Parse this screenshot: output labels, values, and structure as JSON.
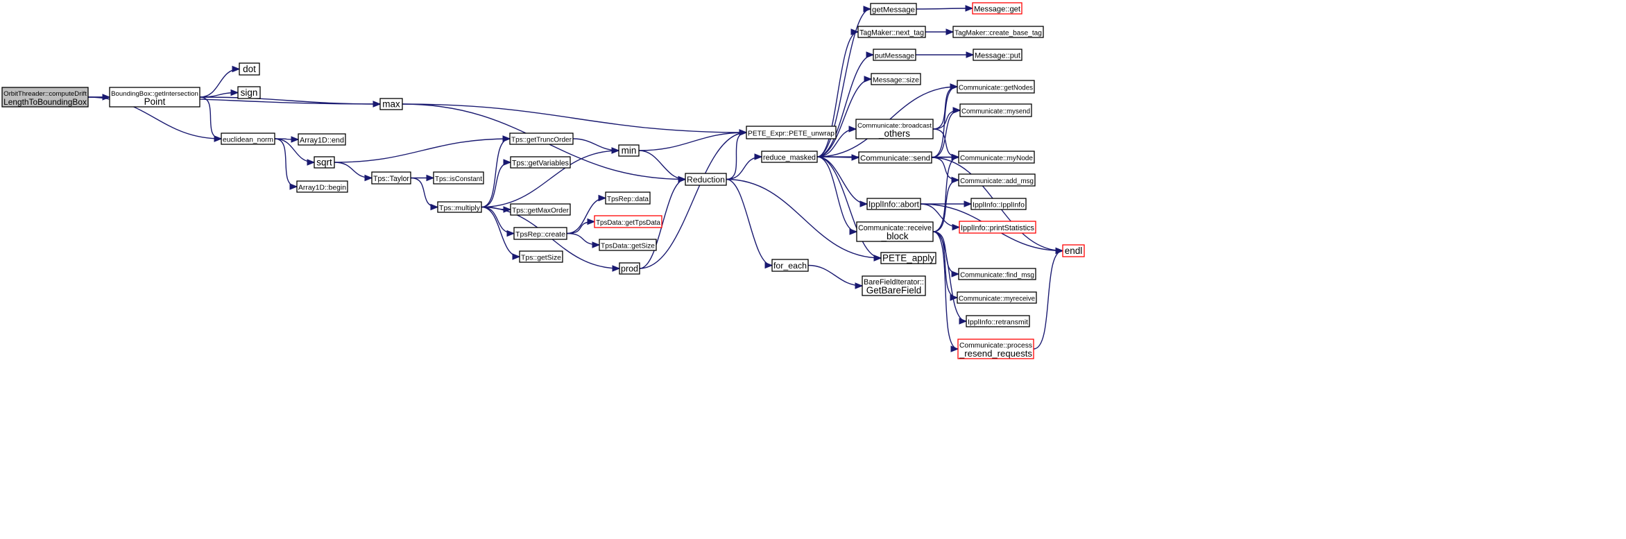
{
  "colors": {
    "edge": "#191970",
    "node_border_default": "#000000",
    "node_border_truncated": "#ff0000",
    "node_fill_default": "#ffffff",
    "node_fill_root": "#bfbfbf"
  },
  "nodes": [
    {
      "id": "root",
      "lines": [
        "OrbitThreader::computeDrift",
        "LengthToBoundingBox"
      ],
      "style": "root"
    },
    {
      "id": "bb_gip",
      "lines": [
        "BoundingBox::getIntersection",
        "Point"
      ]
    },
    {
      "id": "dot",
      "lines": [
        "dot"
      ]
    },
    {
      "id": "sign",
      "lines": [
        "sign"
      ]
    },
    {
      "id": "max",
      "lines": [
        "max"
      ]
    },
    {
      "id": "euclid",
      "lines": [
        "euclidean_norm"
      ]
    },
    {
      "id": "a1end",
      "lines": [
        "Array1D::end"
      ]
    },
    {
      "id": "sqrt",
      "lines": [
        "sqrt"
      ]
    },
    {
      "id": "a1begin",
      "lines": [
        "Array1D::begin"
      ]
    },
    {
      "id": "gettrunc",
      "lines": [
        "Tps::getTruncOrder"
      ]
    },
    {
      "id": "getvars",
      "lines": [
        "Tps::getVariables"
      ]
    },
    {
      "id": "taylor",
      "lines": [
        "Tps::Taylor"
      ]
    },
    {
      "id": "isconst",
      "lines": [
        "Tps::isConstant"
      ]
    },
    {
      "id": "multiply",
      "lines": [
        "Tps::multiply"
      ]
    },
    {
      "id": "getmaxord",
      "lines": [
        "Tps::getMaxOrder"
      ]
    },
    {
      "id": "tpsrepdata",
      "lines": [
        "TpsRep::data"
      ]
    },
    {
      "id": "tpsrepcreate",
      "lines": [
        "TpsRep::create"
      ]
    },
    {
      "id": "gettpsdata",
      "lines": [
        "TpsData::getTpsData"
      ],
      "style": "truncated"
    },
    {
      "id": "tpsdatagetsize",
      "lines": [
        "TpsData::getSize"
      ]
    },
    {
      "id": "tpsgetsize",
      "lines": [
        "Tps::getSize"
      ]
    },
    {
      "id": "min",
      "lines": [
        "min"
      ]
    },
    {
      "id": "prod",
      "lines": [
        "prod"
      ]
    },
    {
      "id": "unwrap",
      "lines": [
        "PETE_Expr::PETE_unwrap"
      ]
    },
    {
      "id": "reduction",
      "lines": [
        "Reduction"
      ]
    },
    {
      "id": "redmasked",
      "lines": [
        "reduce_masked"
      ]
    },
    {
      "id": "foreach",
      "lines": [
        "for_each"
      ]
    },
    {
      "id": "bfi",
      "lines": [
        "BareFieldIterator::",
        "GetBareField"
      ]
    },
    {
      "id": "getmessage",
      "lines": [
        "getMessage"
      ]
    },
    {
      "id": "msgget",
      "lines": [
        "Message::get"
      ],
      "style": "truncated"
    },
    {
      "id": "nexttag",
      "lines": [
        "TagMaker::next_tag"
      ]
    },
    {
      "id": "basetag",
      "lines": [
        "TagMaker::create_base_tag"
      ]
    },
    {
      "id": "putmessage",
      "lines": [
        "putMessage"
      ]
    },
    {
      "id": "msgput",
      "lines": [
        "Message::put"
      ]
    },
    {
      "id": "msgsize",
      "lines": [
        "Message::size"
      ]
    },
    {
      "id": "bcast",
      "lines": [
        "Communicate::broadcast",
        "_others"
      ]
    },
    {
      "id": "send",
      "lines": [
        "Communicate::send"
      ]
    },
    {
      "id": "abort",
      "lines": [
        "IpplInfo::abort"
      ]
    },
    {
      "id": "recvblock",
      "lines": [
        "Communicate::receive",
        "_block"
      ]
    },
    {
      "id": "peteapply",
      "lines": [
        "PETE_apply"
      ]
    },
    {
      "id": "getnodes",
      "lines": [
        "Communicate::getNodes"
      ]
    },
    {
      "id": "mysend",
      "lines": [
        "Communicate::mysend"
      ]
    },
    {
      "id": "mynode",
      "lines": [
        "Communicate::myNode"
      ]
    },
    {
      "id": "addmsg",
      "lines": [
        "Communicate::add_msg"
      ]
    },
    {
      "id": "ipplinfo",
      "lines": [
        "IpplInfo::IpplInfo"
      ]
    },
    {
      "id": "printstats",
      "lines": [
        "IpplInfo::printStatistics"
      ],
      "style": "truncated"
    },
    {
      "id": "findmsg",
      "lines": [
        "Communicate::find_msg"
      ]
    },
    {
      "id": "myreceive",
      "lines": [
        "Communicate::myreceive"
      ]
    },
    {
      "id": "retransmit",
      "lines": [
        "IpplInfo::retransmit"
      ]
    },
    {
      "id": "resend",
      "lines": [
        "Communicate::process",
        "_resend_requests"
      ],
      "style": "truncated"
    },
    {
      "id": "endl",
      "lines": [
        "endl"
      ],
      "style": "truncated"
    }
  ],
  "edges": [
    [
      "root",
      "bb_gip"
    ],
    [
      "root",
      "max"
    ],
    [
      "root",
      "euclid"
    ],
    [
      "bb_gip",
      "dot"
    ],
    [
      "bb_gip",
      "sign"
    ],
    [
      "bb_gip",
      "max"
    ],
    [
      "bb_gip",
      "euclid"
    ],
    [
      "max",
      "unwrap"
    ],
    [
      "max",
      "reduction"
    ],
    [
      "euclid",
      "a1end"
    ],
    [
      "euclid",
      "sqrt"
    ],
    [
      "euclid",
      "a1begin"
    ],
    [
      "sqrt",
      "gettrunc"
    ],
    [
      "sqrt",
      "taylor"
    ],
    [
      "taylor",
      "isconst"
    ],
    [
      "taylor",
      "multiply"
    ],
    [
      "multiply",
      "gettrunc"
    ],
    [
      "multiply",
      "getvars"
    ],
    [
      "multiply",
      "min"
    ],
    [
      "multiply",
      "getmaxord"
    ],
    [
      "multiply",
      "tpsrepcreate"
    ],
    [
      "multiply",
      "tpsgetsize"
    ],
    [
      "multiply",
      "prod"
    ],
    [
      "tpsrepcreate",
      "tpsrepdata"
    ],
    [
      "tpsrepcreate",
      "gettpsdata"
    ],
    [
      "tpsrepcreate",
      "tpsdatagetsize"
    ],
    [
      "gettrunc",
      "min"
    ],
    [
      "min",
      "unwrap"
    ],
    [
      "min",
      "reduction"
    ],
    [
      "prod",
      "unwrap"
    ],
    [
      "prod",
      "reduction"
    ],
    [
      "reduction",
      "unwrap"
    ],
    [
      "reduction",
      "redmasked"
    ],
    [
      "reduction",
      "foreach"
    ],
    [
      "reduction",
      "peteapply"
    ],
    [
      "foreach",
      "bfi"
    ],
    [
      "redmasked",
      "getmessage"
    ],
    [
      "redmasked",
      "nexttag"
    ],
    [
      "redmasked",
      "putmessage"
    ],
    [
      "redmasked",
      "msgsize"
    ],
    [
      "redmasked",
      "getnodes"
    ],
    [
      "redmasked",
      "bcast"
    ],
    [
      "redmasked",
      "send"
    ],
    [
      "redmasked",
      "mynode"
    ],
    [
      "redmasked",
      "abort"
    ],
    [
      "redmasked",
      "recvblock"
    ],
    [
      "redmasked",
      "peteapply"
    ],
    [
      "getmessage",
      "msgget"
    ],
    [
      "nexttag",
      "basetag"
    ],
    [
      "putmessage",
      "msgput"
    ],
    [
      "bcast",
      "getnodes"
    ],
    [
      "bcast",
      "mysend"
    ],
    [
      "bcast",
      "mynode"
    ],
    [
      "send",
      "getnodes"
    ],
    [
      "send",
      "mysend"
    ],
    [
      "send",
      "mynode"
    ],
    [
      "send",
      "addmsg"
    ],
    [
      "send",
      "endl"
    ],
    [
      "abort",
      "ipplinfo"
    ],
    [
      "abort",
      "printstats"
    ],
    [
      "abort",
      "endl"
    ],
    [
      "recvblock",
      "mynode"
    ],
    [
      "recvblock",
      "addmsg"
    ],
    [
      "recvblock",
      "findmsg"
    ],
    [
      "recvblock",
      "myreceive"
    ],
    [
      "recvblock",
      "retransmit"
    ],
    [
      "recvblock",
      "resend"
    ],
    [
      "resend",
      "endl"
    ]
  ]
}
